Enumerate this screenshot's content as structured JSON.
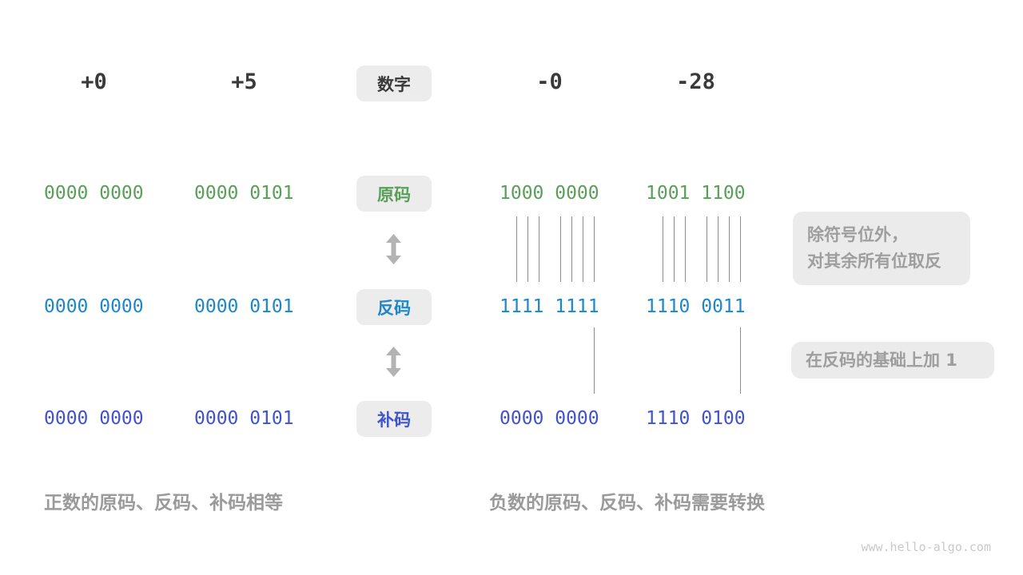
{
  "header": {
    "badge": "数字",
    "values": [
      "+0",
      "+5",
      "-0",
      "-28"
    ]
  },
  "rows": [
    {
      "key": "sign-magnitude",
      "badge": "原码",
      "color": "#5a9e5a",
      "values": [
        "0000 0000",
        "0000 0101",
        "1000 0000",
        "1001 1100"
      ]
    },
    {
      "key": "ones-complement",
      "badge": "反码",
      "color": "#1f87c9",
      "values": [
        "0000 0000",
        "0000 0101",
        "1111 1111",
        "1110 0011"
      ]
    },
    {
      "key": "twos-complement",
      "badge": "补码",
      "color": "#4153cc",
      "values": [
        "0000 0000",
        "0000 0101",
        "0000 0000",
        "1110 0100"
      ]
    }
  ],
  "annotations": {
    "invert_line1": "除符号位外，",
    "invert_line2": "对其余所有位取反",
    "add_one": "在反码的基础上加 1"
  },
  "captions": {
    "positive": "正数的原码、反码、补码相等",
    "negative": "负数的原码、反码、补码需要转换"
  },
  "colors": {
    "sign_magnitude": "#5a9e5a",
    "ones_complement": "#1f87c9",
    "twos_complement": "#4153cc",
    "badge_background": "#ececec",
    "annotation_background": "#ebebeb",
    "annotation_text": "#9e9e9e",
    "caption_text": "#9a9a9a",
    "arrow_gray": "#b3b3b3",
    "tick_line": "#8c8c8c"
  },
  "watermark": "www.hello-algo.com"
}
